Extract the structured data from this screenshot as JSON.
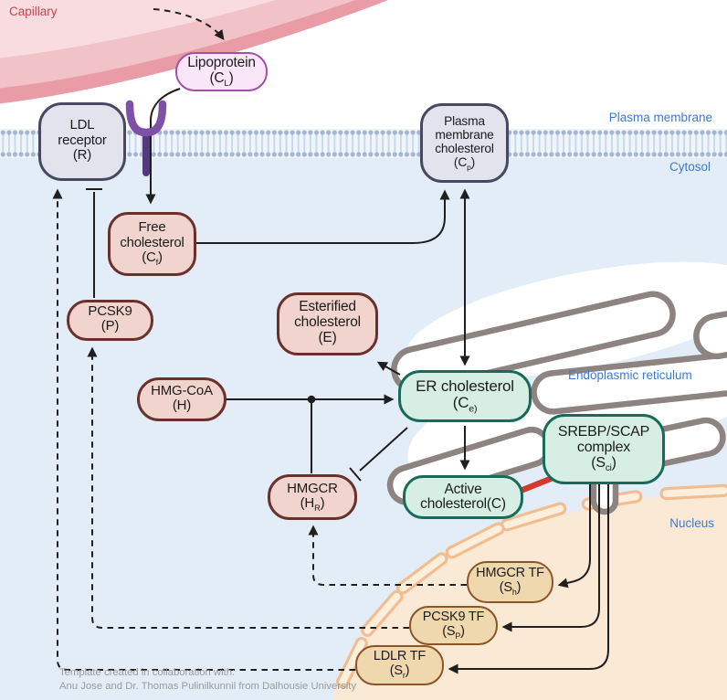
{
  "title": "Cholesterol metabolism pathway diagram",
  "compartments": {
    "capillary": "Capillary",
    "plasma_membrane": "Plasma membrane",
    "cytosol": "Cytosol",
    "endoplasmic_reticulum": "Endoplasmic reticulum",
    "nucleus": "Nucleus"
  },
  "nodes": {
    "lipoprotein": {
      "lines": [
        "Lipoprotein"
      ],
      "sym_pre": "(C",
      "sym_sub": "L",
      "sym_post": ")"
    },
    "ldl_receptor": {
      "lines": [
        "LDL",
        "receptor"
      ],
      "sym_pre": "(R)",
      "sym_sub": "",
      "sym_post": ""
    },
    "pm_cholesterol": {
      "lines": [
        "Plasma",
        "membrane",
        "cholesterol"
      ],
      "sym_pre": "(C",
      "sym_sub": "p",
      "sym_post": ")"
    },
    "free_cholesterol": {
      "lines": [
        "Free",
        "cholesterol"
      ],
      "sym_pre": "(C",
      "sym_sub": "f",
      "sym_post": ")"
    },
    "pcsk9": {
      "lines": [
        "PCSK9"
      ],
      "sym_pre": "(P)",
      "sym_sub": "",
      "sym_post": ""
    },
    "esterified_cholesterol": {
      "lines": [
        "Esterified",
        "cholesterol"
      ],
      "sym_pre": "(E)",
      "sym_sub": "",
      "sym_post": ""
    },
    "hmg_coa": {
      "lines": [
        "HMG-CoA"
      ],
      "sym_pre": "(H)",
      "sym_sub": "",
      "sym_post": ""
    },
    "er_cholesterol": {
      "lines": [
        "ER cholesterol"
      ],
      "sym_pre": "(C",
      "sym_sub": "e)",
      "sym_post": ""
    },
    "hmgcr": {
      "lines": [
        "HMGCR"
      ],
      "sym_pre": "(H",
      "sym_sub": "R",
      "sym_post": ")"
    },
    "active_cholesterol": {
      "lines": [
        "Active",
        "cholesterol(C)"
      ],
      "sym_pre": "",
      "sym_sub": "",
      "sym_post": ""
    },
    "srebp_scap": {
      "lines": [
        "SREBP/SCAP",
        "complex"
      ],
      "sym_pre": "(S",
      "sym_sub": "ci",
      "sym_post": ")"
    },
    "hmgcr_tf": {
      "lines": [
        "HMGCR TF"
      ],
      "sym_pre": "(S",
      "sym_sub": "h",
      "sym_post": ")"
    },
    "pcsk9_tf": {
      "lines": [
        "PCSK9 TF"
      ],
      "sym_pre": "(S",
      "sym_sub": "P",
      "sym_post": ")"
    },
    "ldlr_tf": {
      "lines": [
        "LDLR TF"
      ],
      "sym_pre": "(S",
      "sym_sub": "r",
      "sym_post": ")"
    }
  },
  "attribution": {
    "line1": "Template created in collaboration with:",
    "line2": "Anu Jose and Dr. Thomas Pulinilkunnil from Dalhousie University"
  },
  "colors": {
    "cytosol_bg": "#E3EDF8",
    "capillary_light": "#F8DCDF",
    "capillary_mid": "#F2C2C9",
    "capillary_dark": "#E99CA5",
    "membrane_dot": "#A5B6CE",
    "compartment_label": "#3E7AC9",
    "capillary_label": "#C4444E",
    "node_grey": "#E3E3EE",
    "node_pink": "#F0D4CD",
    "node_purple": "#F9E6F9",
    "node_mint": "#D6EEE4",
    "node_tan": "#EFD8AE",
    "er_tube": "#8D8380",
    "nucleus_fill": "#FAE9D4",
    "nuclear_envelope": "#F2BD90",
    "inhibitor_red": "#D23A2E",
    "arrow_black": "#1F1F1F",
    "receptor_purple": "#7E51A6"
  }
}
